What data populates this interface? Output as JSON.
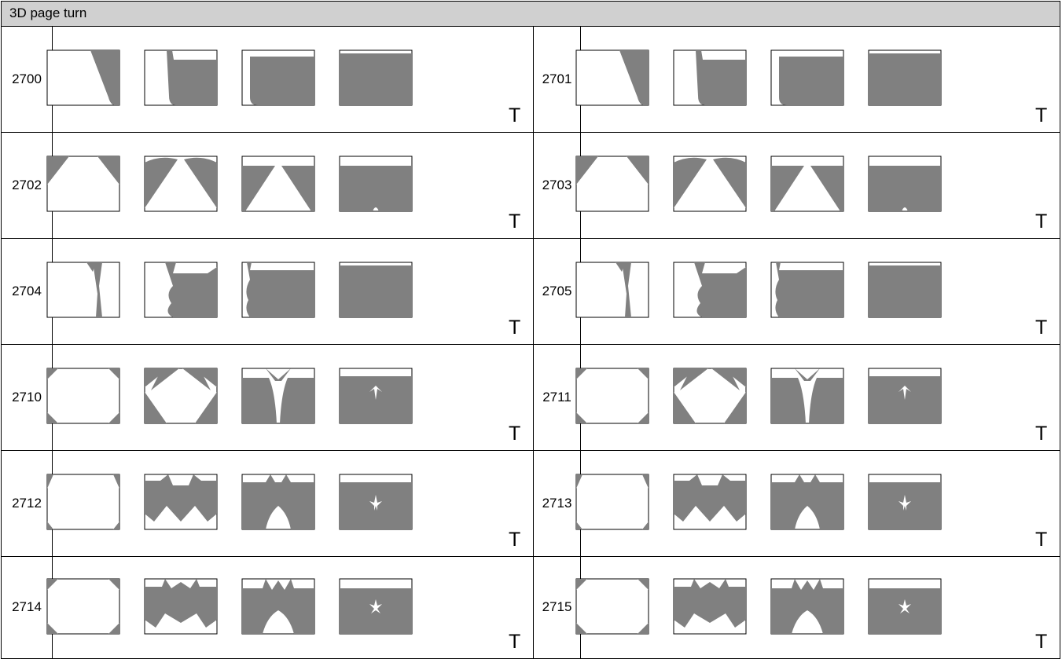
{
  "header": {
    "title": "3D page turn"
  },
  "fill": "#808080",
  "rows": [
    {
      "left": {
        "code": "2700",
        "t": "T"
      },
      "right": {
        "code": "2701",
        "t": "T"
      }
    },
    {
      "left": {
        "code": "2702",
        "t": "T"
      },
      "right": {
        "code": "2703",
        "t": "T"
      }
    },
    {
      "left": {
        "code": "2704",
        "t": "T"
      },
      "right": {
        "code": "2705",
        "t": "T"
      }
    },
    {
      "left": {
        "code": "2710",
        "t": "T"
      },
      "right": {
        "code": "2711",
        "t": "T"
      }
    },
    {
      "left": {
        "code": "2712",
        "t": "T"
      },
      "right": {
        "code": "2713",
        "t": "T"
      }
    },
    {
      "left": {
        "code": "2714",
        "t": "T"
      },
      "right": {
        "code": "2715",
        "t": "T"
      }
    }
  ]
}
